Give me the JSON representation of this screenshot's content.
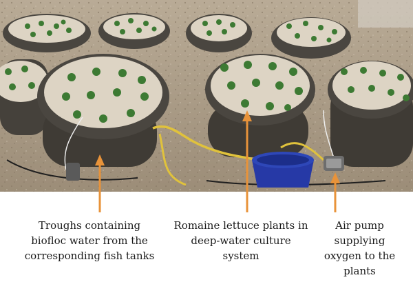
{
  "annotations": [
    {
      "id": "troughs",
      "text": "Troughs containing\nbiofloc water from the\ncorresponding fish tanks"
    },
    {
      "id": "lettuce",
      "text": "Romaine lettuce plants in\ndeep-water culture\nsystem"
    },
    {
      "id": "pump",
      "text": "Air pump\nsupplying\noxygen to the\nplants"
    }
  ],
  "colors": {
    "arrow": "#e8933a",
    "gravel": "#b5a690",
    "trough_rim": "#4a4640",
    "lid": "#ddd4c4",
    "bucket": "#2e47b8",
    "hose": "#e0c23c",
    "plant": "#3d7a33"
  }
}
